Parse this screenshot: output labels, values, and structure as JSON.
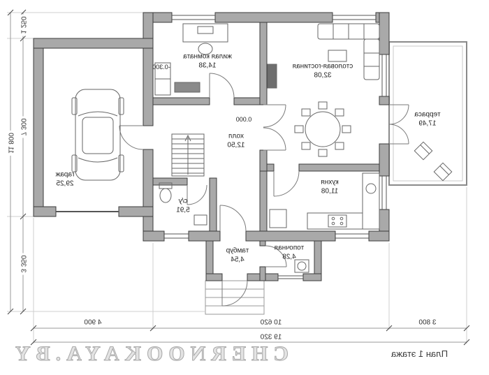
{
  "plan": {
    "title": "План 1 этажа",
    "watermark": "CHERNOOKAYA.BY",
    "levels": {
      "hall": "0.000",
      "garage": "-0.300"
    },
    "rooms": [
      {
        "name": "гараж",
        "area": "29,25"
      },
      {
        "name": "жилая комната",
        "area": "14,38"
      },
      {
        "name": "столовая-гостиная",
        "area": "32,08"
      },
      {
        "name": "терраса",
        "area": "17,49"
      },
      {
        "name": "холл",
        "area": "12,50"
      },
      {
        "name": "кухня",
        "area": "11,08"
      },
      {
        "name": "с/у",
        "area": "5,91"
      },
      {
        "name": "тамбур",
        "area": "4,54"
      },
      {
        "name": "топочная",
        "area": "4,28"
      }
    ],
    "dims": {
      "left_segments": [
        "1 250",
        "7 300",
        "3 350"
      ],
      "left_total": "11 800",
      "bottom_segments": [
        "4 900",
        "10 620",
        "3 800"
      ],
      "bottom_total": "19 320"
    }
  }
}
